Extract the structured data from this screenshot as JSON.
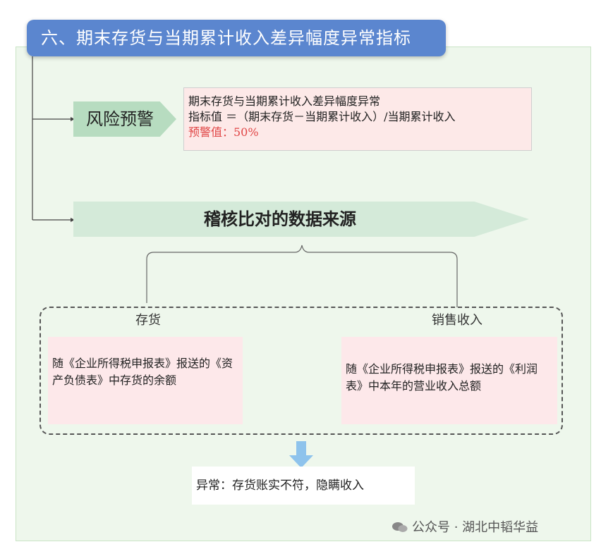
{
  "title": "六、期末存货与当期累计收入差异幅度异常指标",
  "risk_label": "风险预警",
  "indicator": {
    "line1": "期末存货与当期累计收入差异幅度异常",
    "line2": "指标值 ＝（期末存货－当期累计收入）/当期累计收入",
    "warning": "预警值：50%"
  },
  "source_header": "稽核比对的数据来源",
  "sources": [
    {
      "title": "存货",
      "desc": "随《企业所得税申报表》报送的《资产负债表》中存货的余额"
    },
    {
      "title": "销售收入",
      "desc": "随《企业所得税申报表》报送的《利润表》中本年的营业收入总额"
    }
  ],
  "result": "异常：存货账实不符，隐瞒收入",
  "footer": "公众号 · 湖北中韬华益",
  "colors": {
    "title_bg": "#5b86cf",
    "panel_bg": "#eef7ec",
    "alert_red": "#e04545",
    "down_arrow": "#8ec3ec"
  }
}
